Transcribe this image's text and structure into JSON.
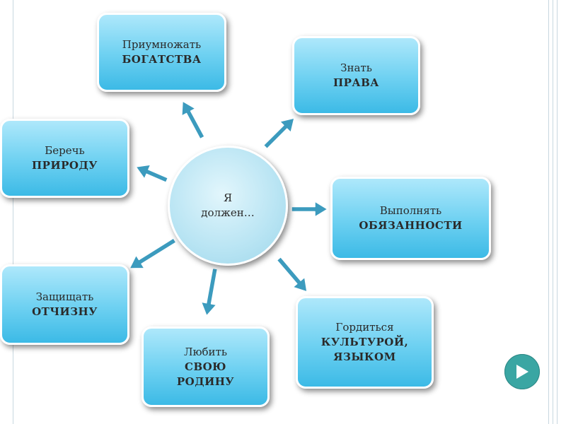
{
  "hub": {
    "line1": "Я",
    "line2": "должен…"
  },
  "nodes": {
    "multiply": {
      "line1": "Приумножать",
      "line2": "БОГАТСТВА"
    },
    "know": {
      "line1": "Знать",
      "line2": "ПРАВА"
    },
    "protect_nature": {
      "line1": "Беречь",
      "line2": "ПРИРОДУ"
    },
    "fulfill": {
      "line1": "Выполнять",
      "line2": "ОБЯЗАННОСТИ"
    },
    "defend": {
      "line1": "Защищать",
      "line2": "ОТЧИЗНУ"
    },
    "love": {
      "line1": "Любить",
      "line2": "СВОЮ",
      "line3": "РОДИНУ"
    },
    "proud": {
      "line1": "Гордиться",
      "line2": "КУЛЬТУРОЙ,",
      "line3": "ЯЗЫКОМ"
    }
  },
  "colors": {
    "node_fill_top": "#aee8fb",
    "node_fill_bottom": "#3cbae6",
    "arrow": "#3c9bbe",
    "hub_fill": "#c8eaf6",
    "next_button": "#3aa6a3"
  },
  "icons": {
    "next": "triangle-right-icon"
  }
}
